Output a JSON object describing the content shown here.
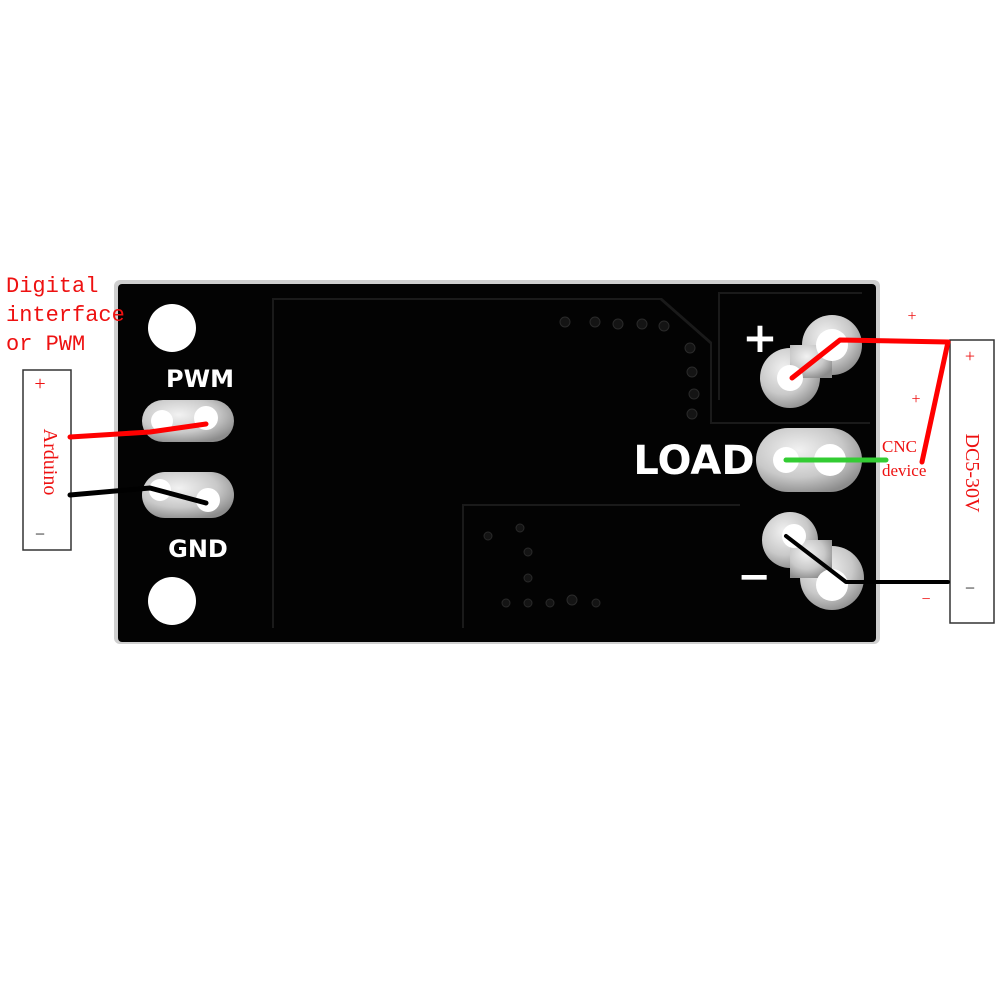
{
  "board": {
    "silkscreen": {
      "pwm": "PWM",
      "gnd": "GND",
      "plus": "+",
      "load": "LOAD",
      "minus": "−"
    }
  },
  "annotations": {
    "digital_interface": [
      "Digital",
      "interface",
      "or PWM"
    ],
    "arduino_box": {
      "plus": "+",
      "label": "Arduino",
      "minus": "−"
    },
    "power_box": {
      "plus": "+",
      "label": "DC5-30V",
      "minus": "−"
    },
    "wire_plus_top": "+",
    "wire_plus_mid": "+",
    "wire_minus": "−",
    "cnc_device": [
      "CNC",
      "device"
    ]
  },
  "colors": {
    "board": "#000000",
    "annotation_red": "#ee1111",
    "wire_red": "#ff0000",
    "wire_black": "#000000",
    "wire_green": "#33cc33",
    "pad": "#c8c8c8"
  }
}
